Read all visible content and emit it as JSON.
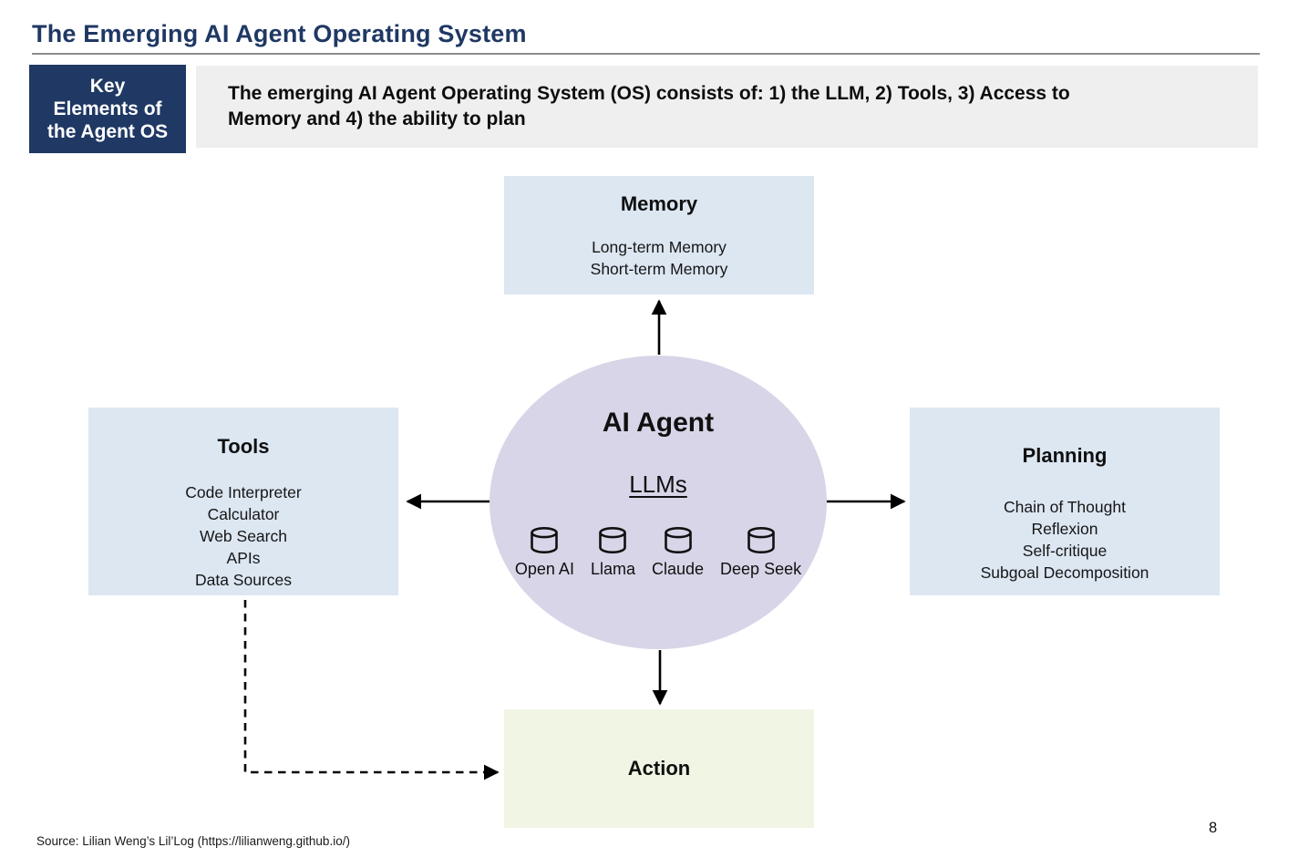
{
  "slide": {
    "title": "The Emerging AI Agent Operating System",
    "page_number": "8",
    "source": "Source: Lilian Weng’s Lil’Log (https://lilianweng.github.io/)"
  },
  "header": {
    "key_box": {
      "lines": [
        "Key",
        "Elements of",
        "the Agent OS"
      ]
    },
    "summary_lines": [
      "The emerging AI Agent Operating System (OS) consists of: 1) the LLM, 2) Tools, 3) Access to",
      "Memory and 4) the ability to plan"
    ]
  },
  "diagram": {
    "center": {
      "title": "AI Agent",
      "subtitle": "LLMs",
      "llms": [
        "Open AI",
        "Llama",
        "Claude",
        "Deep Seek"
      ],
      "llm_icon": "database-icon"
    },
    "memory": {
      "title": "Memory",
      "items": [
        "Long-term Memory",
        "Short-term Memory"
      ]
    },
    "tools": {
      "title": "Tools",
      "items": [
        "Code Interpreter",
        "Calculator",
        "Web Search",
        "APIs",
        "Data Sources"
      ]
    },
    "planning": {
      "title": "Planning",
      "items": [
        "Chain of Thought",
        "Reflexion",
        "Self-critique",
        "Subgoal Decomposition"
      ]
    },
    "action": {
      "title": "Action"
    }
  },
  "colors": {
    "navy": "#1f3864",
    "bar_gray": "#efefef",
    "box_blue": "#dce7f2",
    "ellipse_lavender": "#d8d5e8",
    "action_green": "#f0f5e4",
    "rule_gray": "#8c8c8c",
    "arrow_black": "#000000"
  }
}
